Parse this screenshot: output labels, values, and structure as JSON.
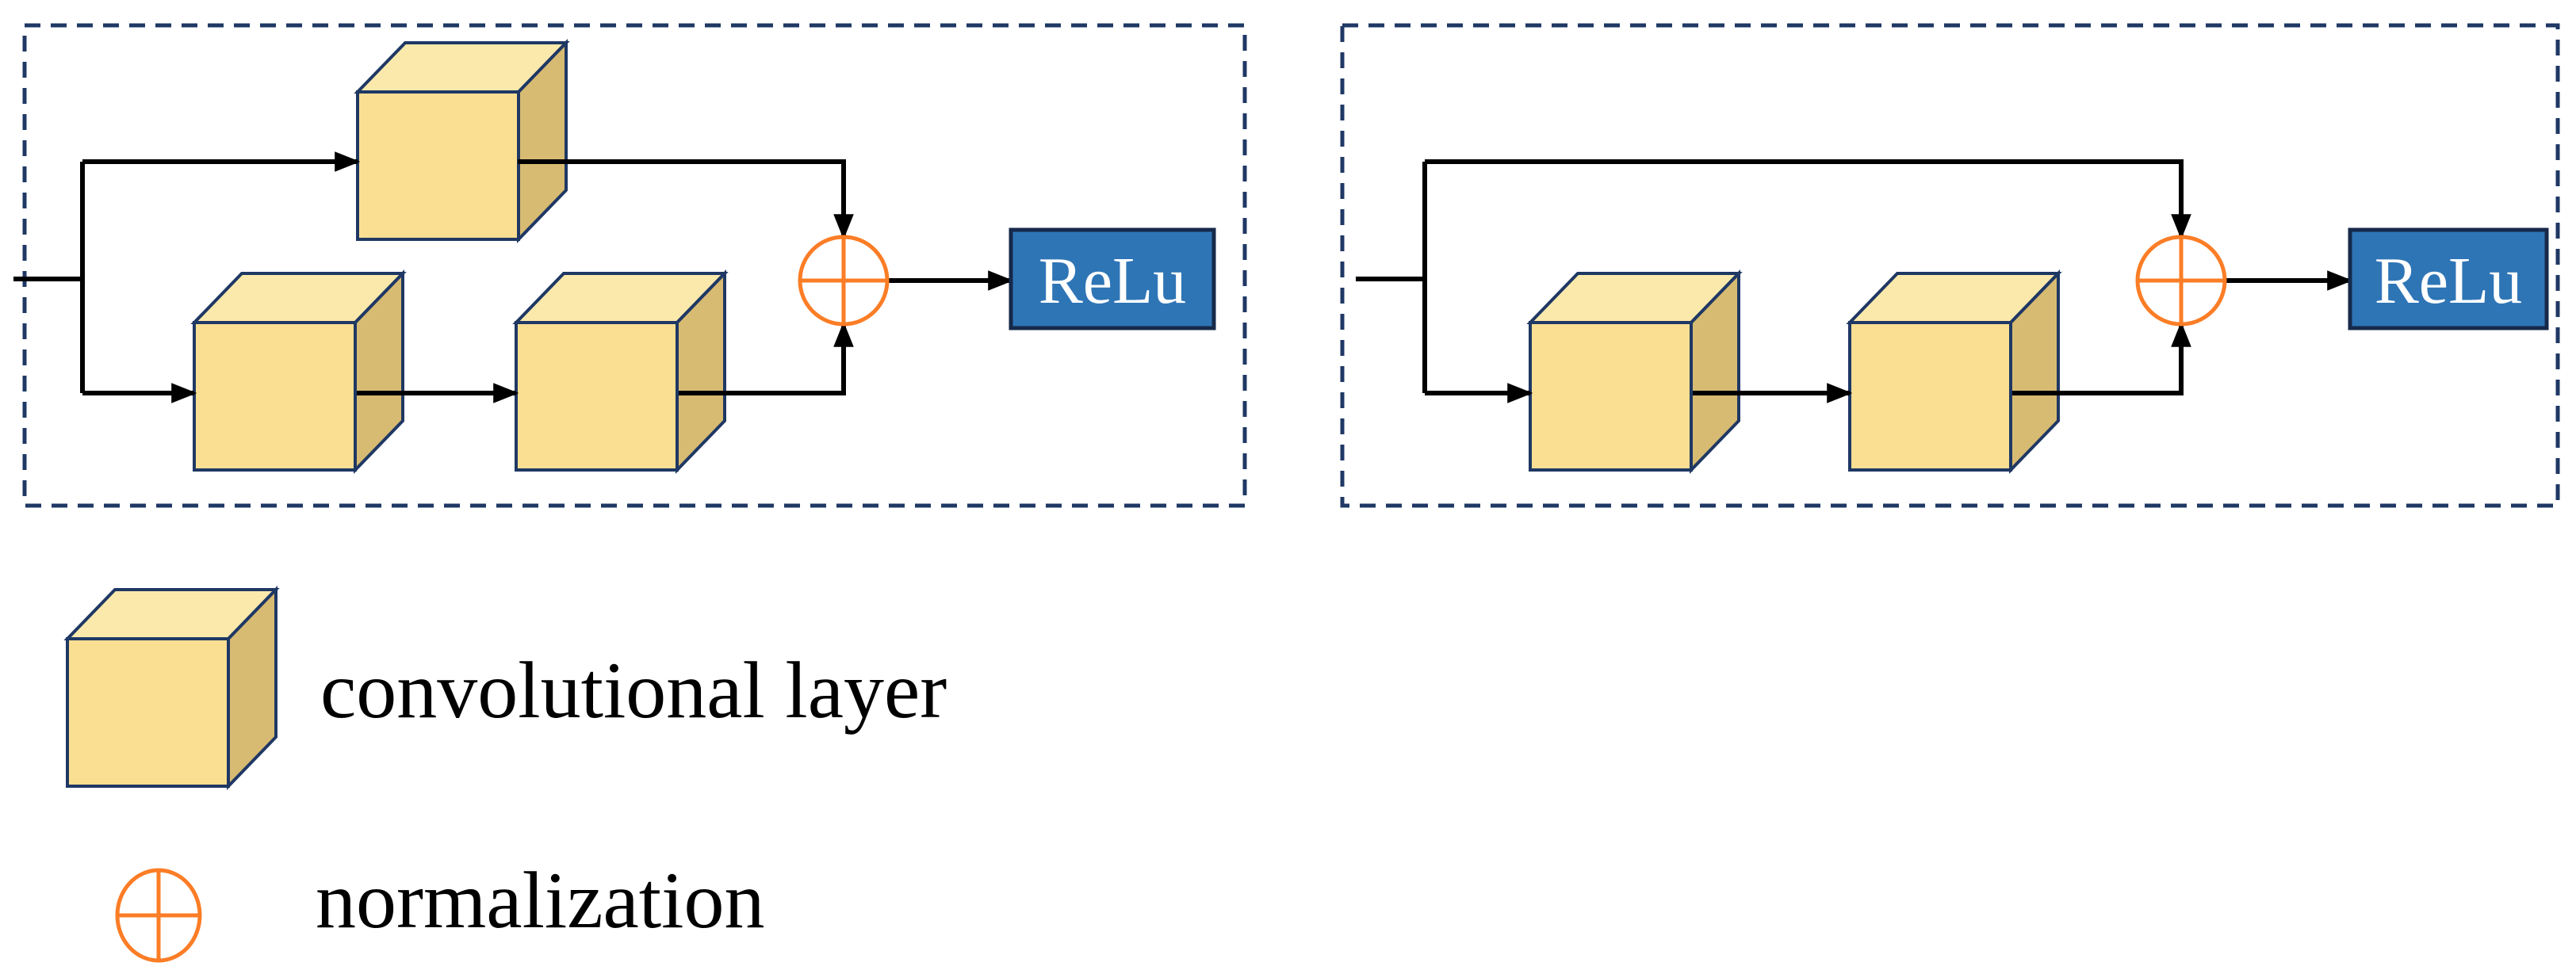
{
  "figure": {
    "description": "Two residual block diagrams with convolutional layer cubes, normalization nodes and ReLu activations",
    "blocks": {
      "left": {
        "relu_label": "ReLu",
        "conv_layer_count": 3,
        "branches": [
          "one conv layer (top)",
          "two conv layers in series (bottom)"
        ]
      },
      "right": {
        "relu_label": "ReLu",
        "conv_layer_count": 2,
        "branches": [
          "identity skip connection (top)",
          "two conv layers in series (bottom)"
        ]
      }
    }
  },
  "legend": {
    "items": [
      {
        "icon": "conv-cube-icon",
        "label": "convolutional layer"
      },
      {
        "icon": "normalization-plus-circle-icon",
        "label": "normalization"
      }
    ]
  },
  "colors": {
    "box_border": "#1F3864",
    "cube_front": "#FADF92",
    "cube_top": "#FBE9AC",
    "cube_side": "#D8BB72",
    "cube_outline": "#1F3864",
    "arrow": "#000000",
    "normalization": "#FB7D26",
    "relu_fill": "#2E75B6",
    "relu_border": "#16294A",
    "relu_text": "#FFFFFF",
    "legend_text": "#000000"
  }
}
